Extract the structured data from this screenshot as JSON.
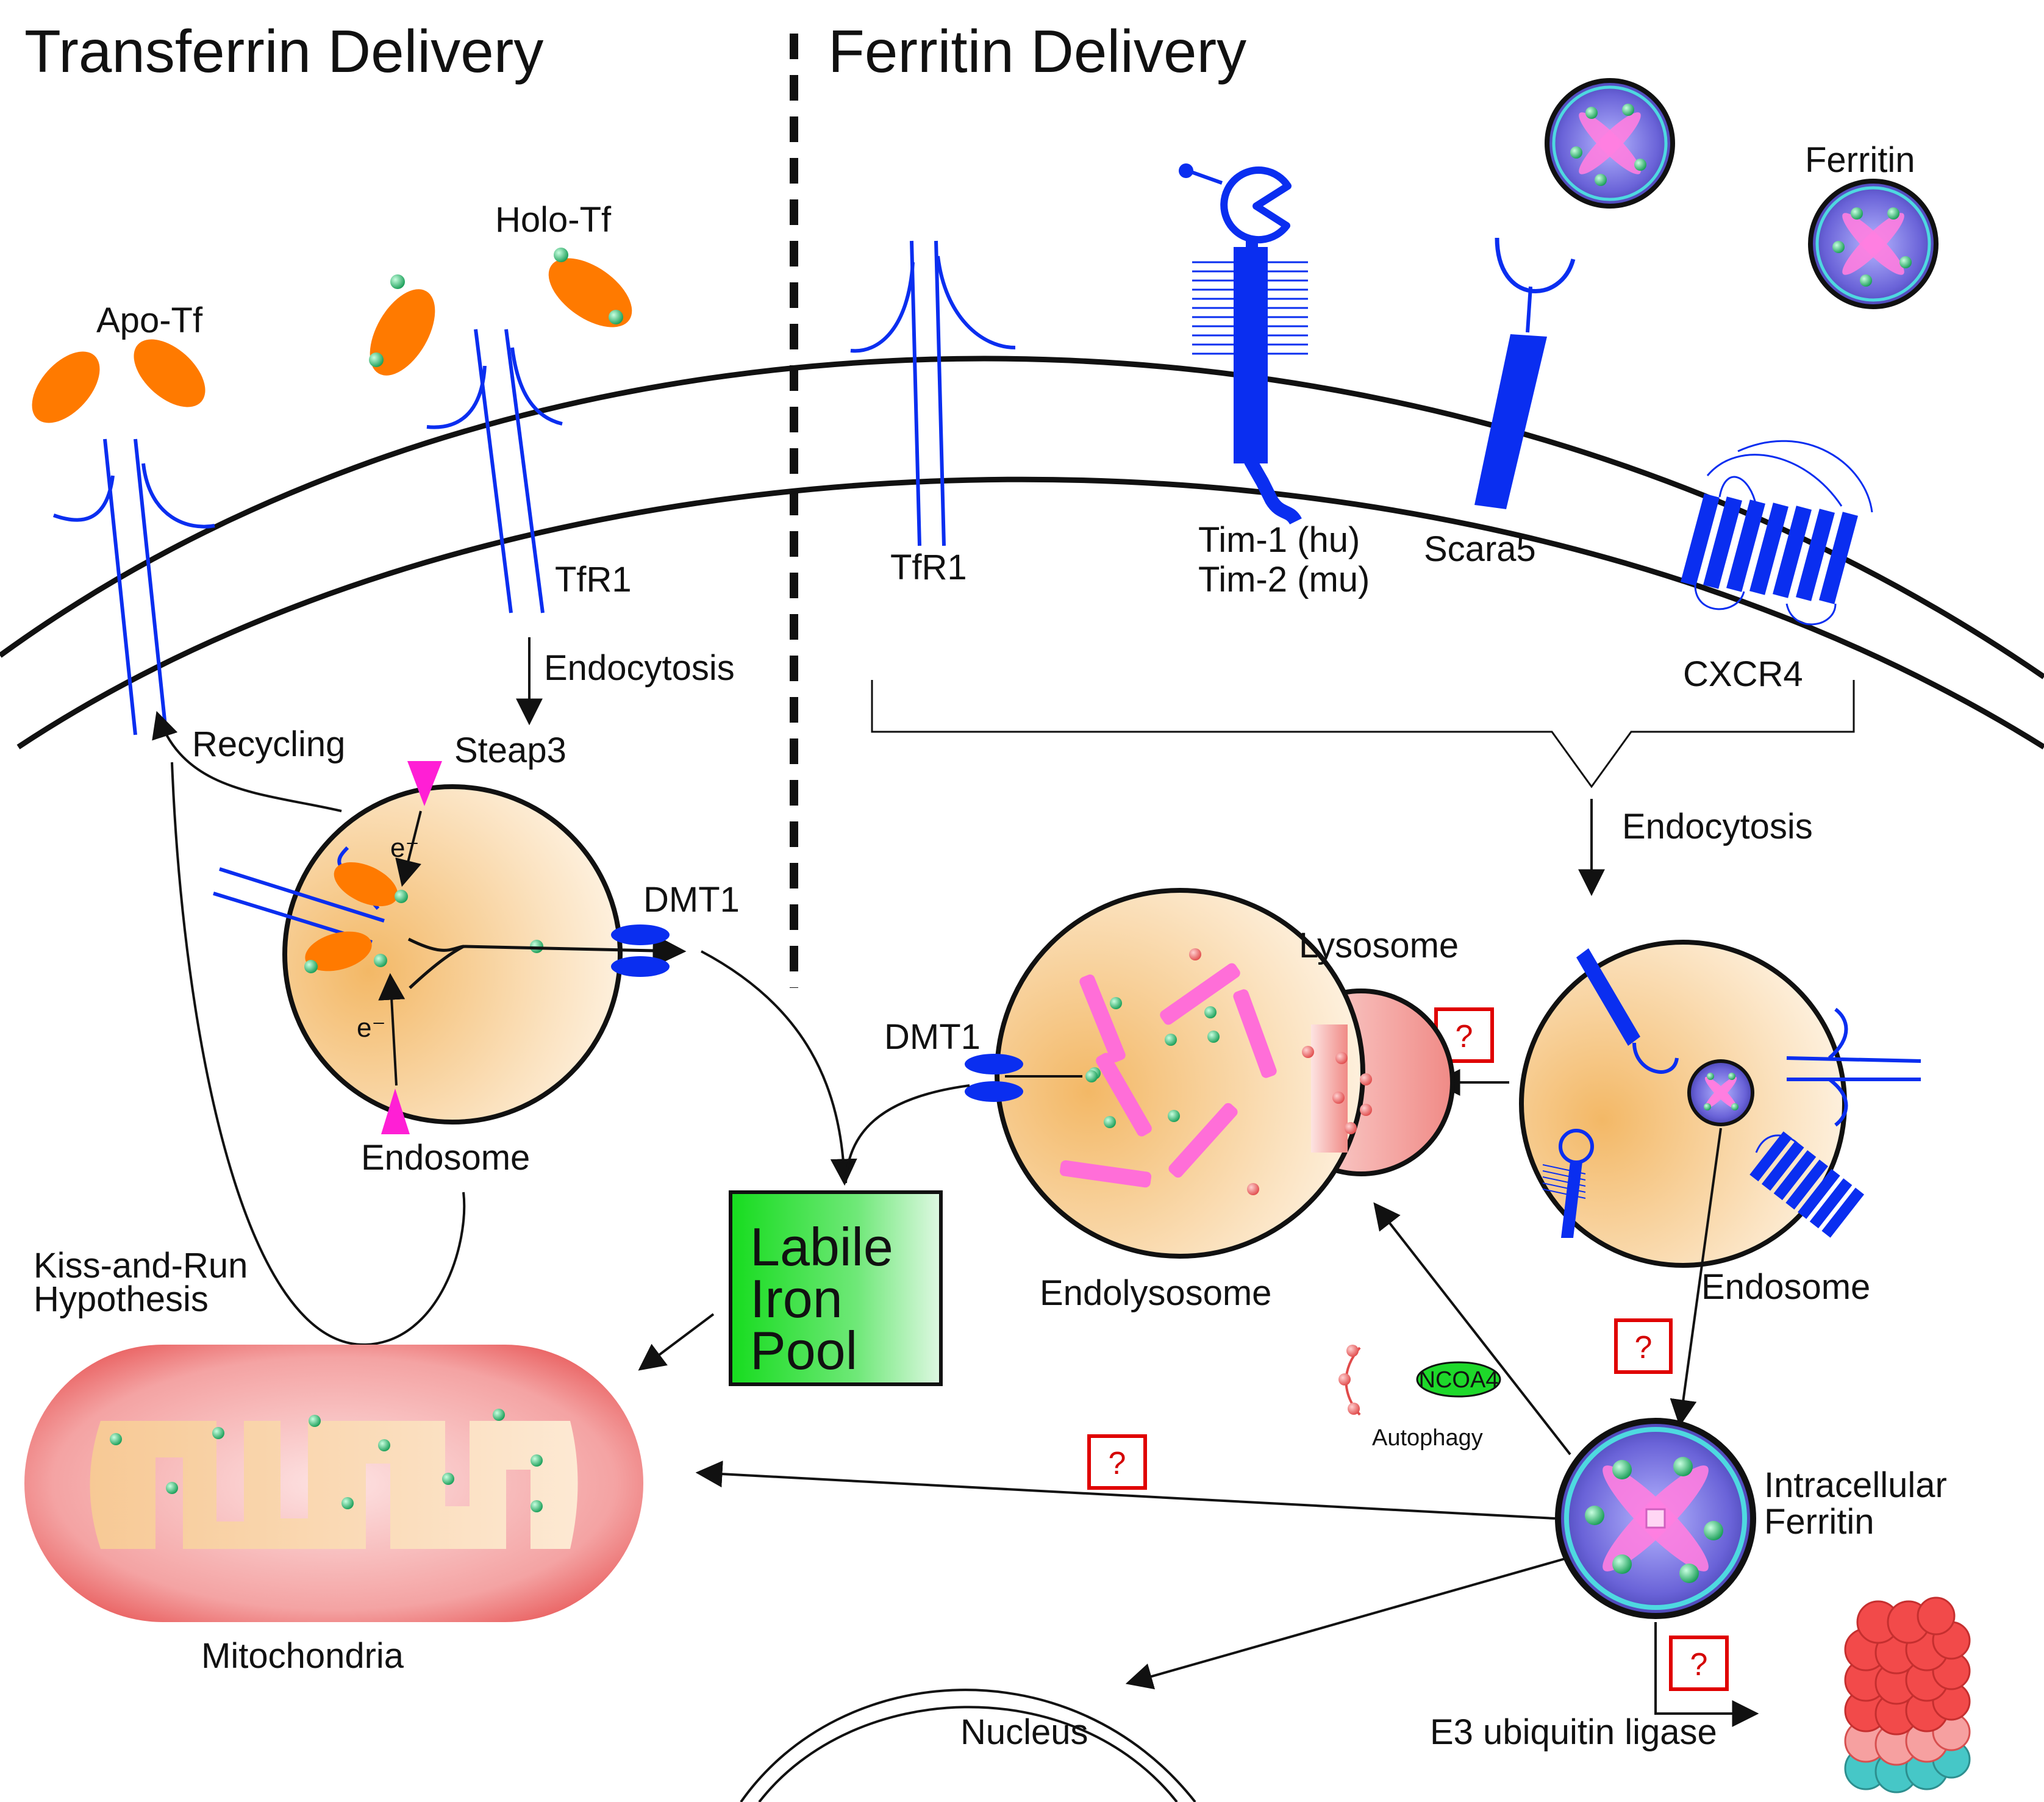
{
  "titles": {
    "left": "Transferrin Delivery",
    "right": "Ferritin Delivery"
  },
  "left_panel": {
    "apo_tf": "Apo-Tf",
    "holo_tf": "Holo-Tf",
    "tfr1": "TfR1",
    "endocytosis": "Endocytosis",
    "recycling": "Recycling",
    "steap3": "Steap3",
    "electron_top": "e⁻",
    "electron_bottom": "e⁻",
    "dmt1": "DMT1",
    "endosome": "Endosome",
    "kiss_and_run_line1": "Kiss-and-Run",
    "kiss_and_run_line2": "Hypothesis"
  },
  "right_panel": {
    "ferritin": "Ferritin",
    "tfr1": "TfR1",
    "tim1": "Tim-1 (hu)",
    "tim2": "Tim-2 (mu)",
    "scara5": "Scara5",
    "cxcr4": "CXCR4",
    "endocytosis": "Endocytosis",
    "lysosome": "Lysosome",
    "dmt1": "DMT1",
    "endolysosome": "Endolysosome",
    "endosome": "Endosome",
    "ncoa4": "NCOA4",
    "autophagy": "Autophagy",
    "intracellular_ferritin_line1": "Intracellular",
    "intracellular_ferritin_line2": "Ferritin",
    "nucleus": "Nucleus",
    "e3_ligase": "E3 ubiquitin ligase"
  },
  "labile_iron_pool": {
    "line1": "Labile",
    "line2": "Iron",
    "line3": "Pool"
  },
  "mitochondria": "Mitochondria",
  "unknown_marker": "?",
  "colors": {
    "receptor_blue": "#0a2ef0",
    "transferrin_orange": "#ff7a00",
    "iron_green": "#2bb36b",
    "endosome_fill": "#f6c98a",
    "mito_red": "#e84c4c",
    "lip_green": "#1ed82a",
    "question_red": "#e00000",
    "proteasome_red": "#f23b3b",
    "proteasome_teal": "#46c7c7",
    "ferritin_pink": "#ff5fd2",
    "steap3_magenta": "#ff1fd5"
  }
}
